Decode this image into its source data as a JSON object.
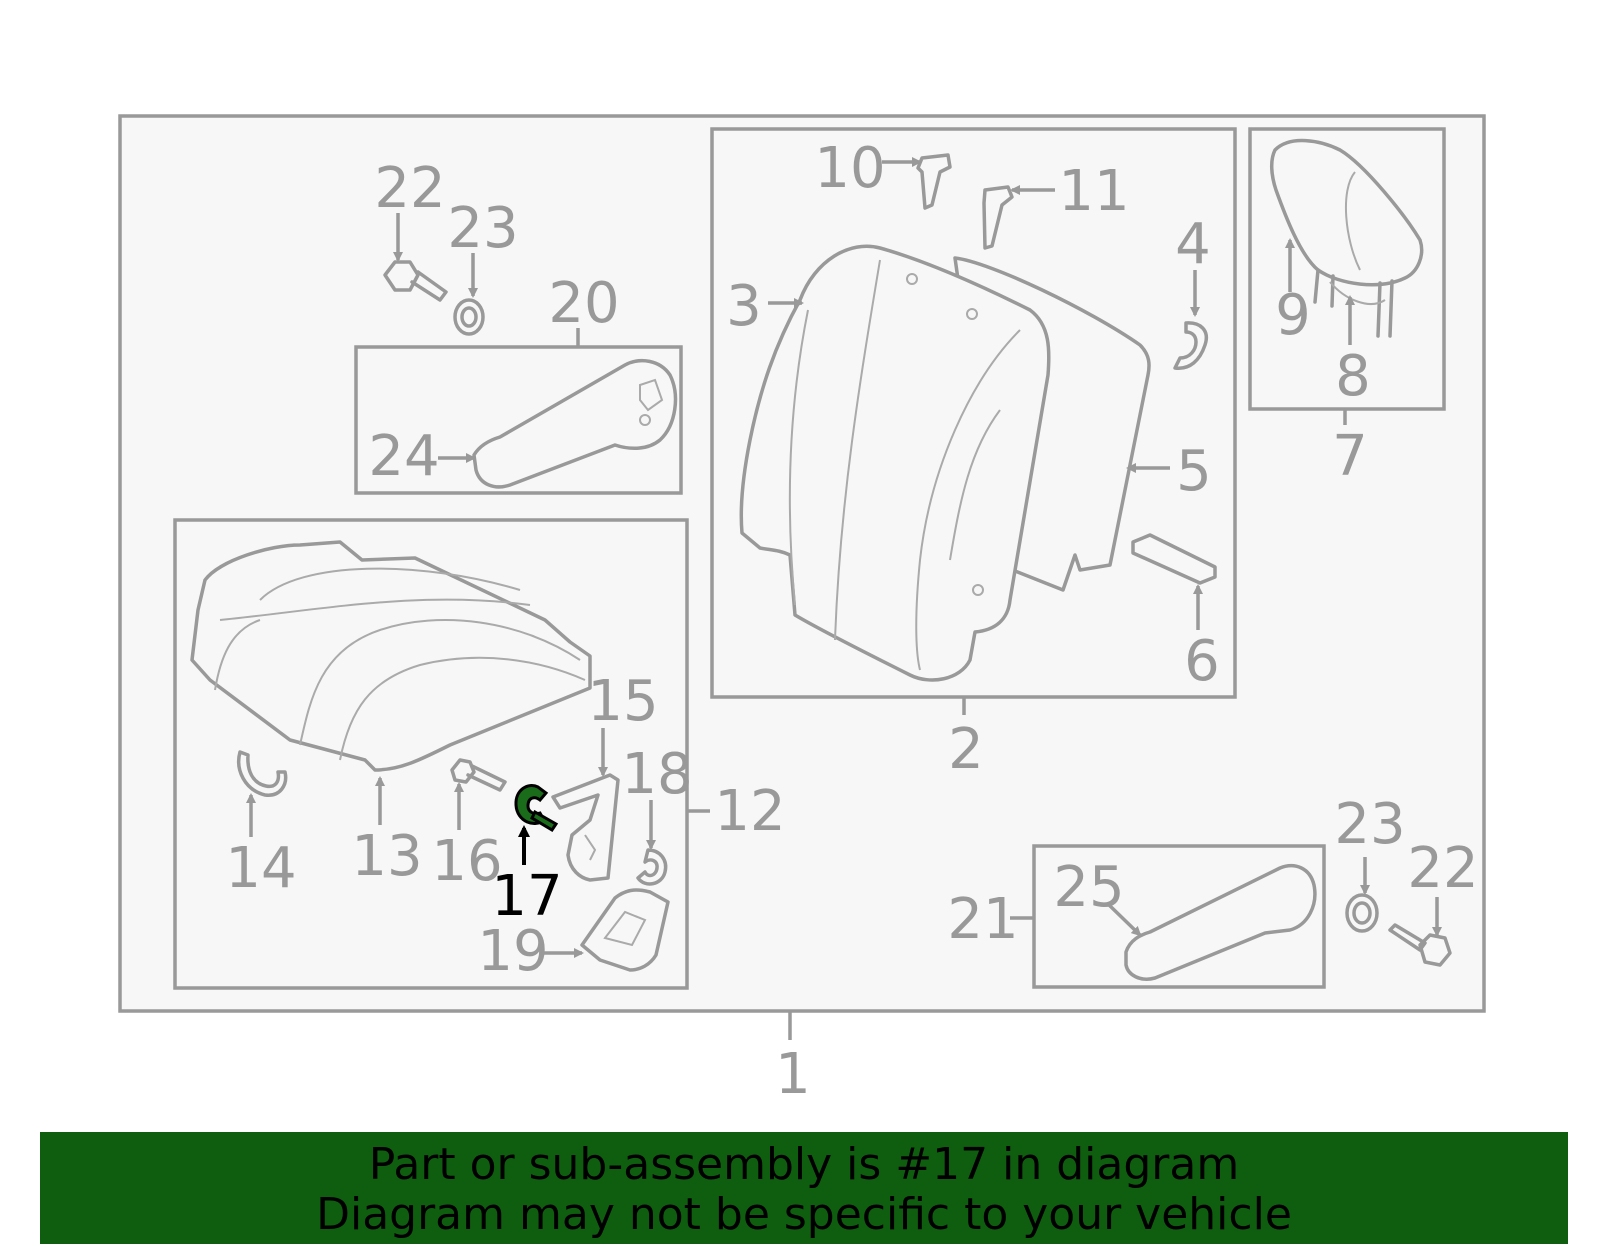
{
  "diagram": {
    "callouts": [
      {
        "id": "1",
        "text": "1"
      },
      {
        "id": "2",
        "text": "2"
      },
      {
        "id": "3",
        "text": "3"
      },
      {
        "id": "4",
        "text": "4"
      },
      {
        "id": "5",
        "text": "5"
      },
      {
        "id": "6",
        "text": "6"
      },
      {
        "id": "7",
        "text": "7"
      },
      {
        "id": "8",
        "text": "8"
      },
      {
        "id": "9",
        "text": "9"
      },
      {
        "id": "10",
        "text": "10"
      },
      {
        "id": "11",
        "text": "11"
      },
      {
        "id": "12",
        "text": "12"
      },
      {
        "id": "13",
        "text": "13"
      },
      {
        "id": "14",
        "text": "14"
      },
      {
        "id": "15",
        "text": "15"
      },
      {
        "id": "16",
        "text": "16"
      },
      {
        "id": "17",
        "text": "17"
      },
      {
        "id": "18",
        "text": "18"
      },
      {
        "id": "19",
        "text": "19"
      },
      {
        "id": "20",
        "text": "20"
      },
      {
        "id": "21",
        "text": "21"
      },
      {
        "id": "22a",
        "text": "22"
      },
      {
        "id": "22b",
        "text": "22"
      },
      {
        "id": "23a",
        "text": "23"
      },
      {
        "id": "23b",
        "text": "23"
      },
      {
        "id": "24",
        "text": "24"
      },
      {
        "id": "25",
        "text": "25"
      }
    ],
    "highlighted_part": "17",
    "highlight_color": "#1a6b1a"
  },
  "banner": {
    "line1": "Part or sub-assembly is #17 in diagram",
    "line2": "Diagram may not be specific to your vehicle",
    "background_color": "#0f5e0f"
  }
}
